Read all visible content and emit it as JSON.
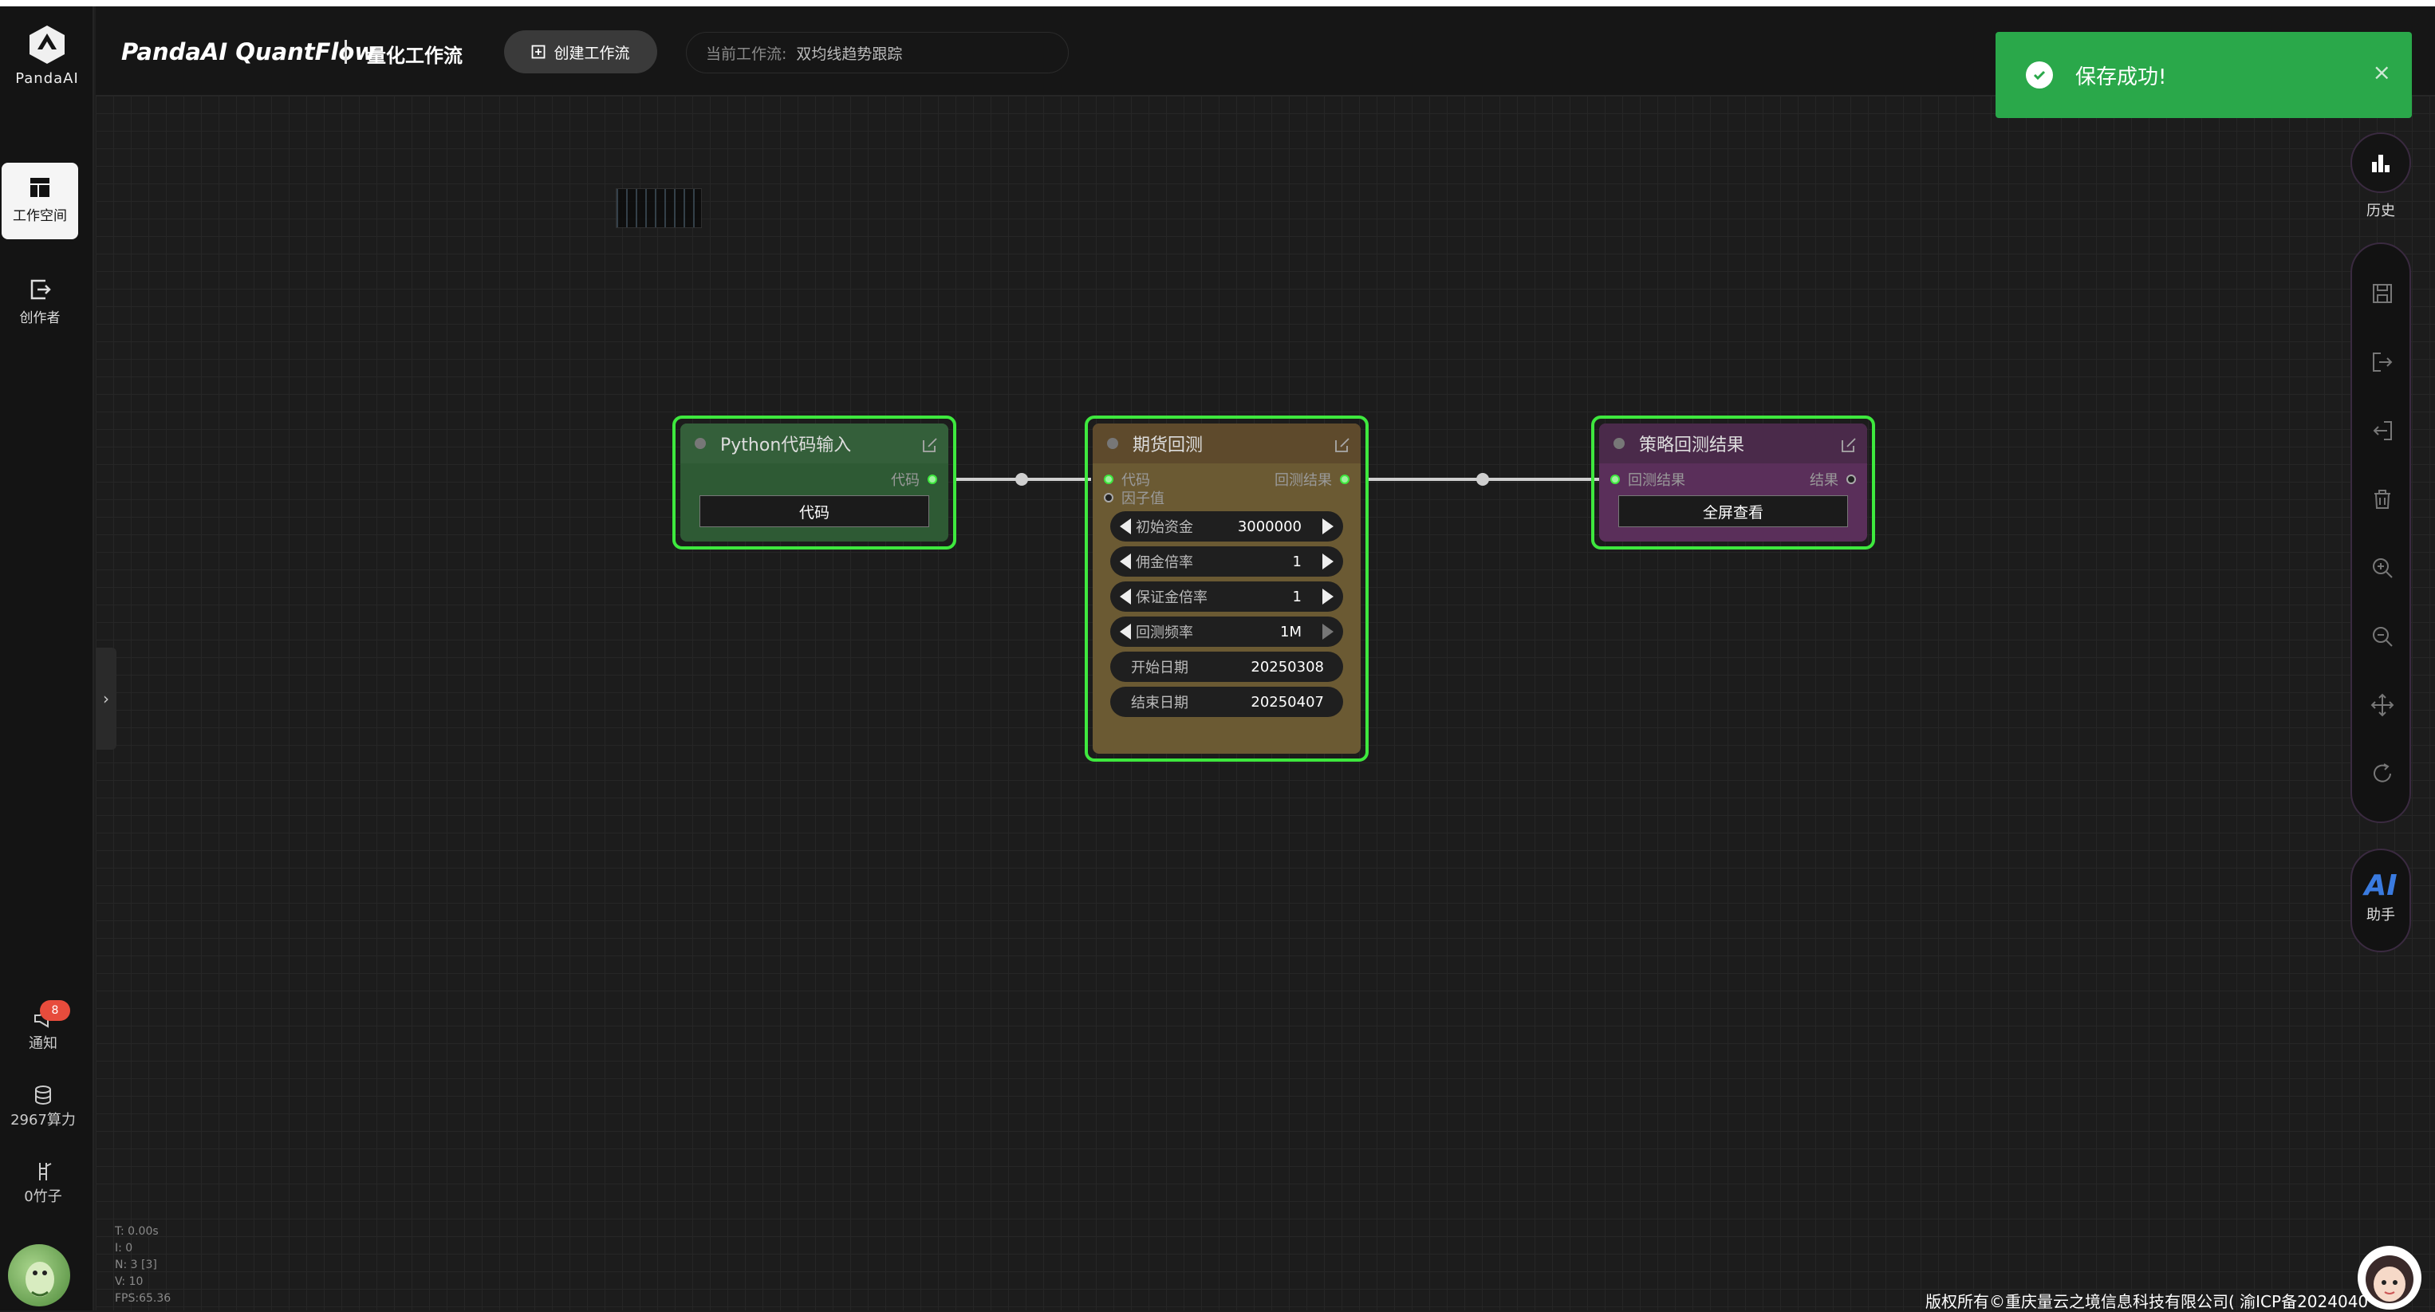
{
  "app": {
    "logo_text": "PandaAI",
    "brand": "PandaAI QuantFlow",
    "subtitle": "量化工作流"
  },
  "sidebar": {
    "items": [
      {
        "label": "工作空间",
        "icon": "layout-icon",
        "active": true
      },
      {
        "label": "创作者",
        "icon": "exit-box-icon",
        "active": false
      }
    ],
    "bottom": [
      {
        "label": "通知",
        "icon": "megaphone-icon",
        "badge": "8"
      },
      {
        "label": "2967算力",
        "icon": "database-icon"
      },
      {
        "label": "0竹子",
        "icon": "bamboo-icon"
      }
    ]
  },
  "header": {
    "create_button": "创建工作流",
    "current_label": "当前工作流:",
    "current_value": "双均线趋势跟踪"
  },
  "nodes": {
    "python": {
      "title": "Python代码输入",
      "output_port": "代码",
      "button": "代码"
    },
    "futures": {
      "title": "期货回测",
      "input_code": "代码",
      "input_factor": "因子值",
      "output": "回测结果",
      "widgets": [
        {
          "label": "初始资金",
          "value": "3000000"
        },
        {
          "label": "佣金倍率",
          "value": "1"
        },
        {
          "label": "保证金倍率",
          "value": "1"
        },
        {
          "label": "回测频率",
          "value": "1M"
        },
        {
          "label": "开始日期",
          "value": "20250308"
        },
        {
          "label": "结束日期",
          "value": "20250407"
        }
      ]
    },
    "result": {
      "title": "策略回测结果",
      "input": "回测结果",
      "output": "结果",
      "button": "全屏查看"
    }
  },
  "stats": {
    "t": "T: 0.00s",
    "i": "I: 0",
    "n": "N: 3 [3]",
    "v": "V: 10",
    "fps": "FPS:65.36"
  },
  "right_toolbar": {
    "history_label": "历史",
    "tools": [
      "save-icon",
      "export-icon",
      "import-icon",
      "trash-icon",
      "zoom-in-icon",
      "zoom-out-icon",
      "move-icon",
      "refresh-icon"
    ],
    "ai_text": "AI",
    "ai_label": "助手"
  },
  "toast": {
    "message": "保存成功!",
    "close": "×"
  },
  "footer": {
    "copyright": "版权所有©重庆量云之境信息科技有限公司( 渝ICP备2024040"
  },
  "colors": {
    "node_border": "#3ee83e",
    "python_node": "#2e5a34",
    "futures_node": "#6b5a33",
    "result_node": "#5a2f5a",
    "toast": "#2aa84a",
    "ai_accent": "#3a7be0"
  }
}
